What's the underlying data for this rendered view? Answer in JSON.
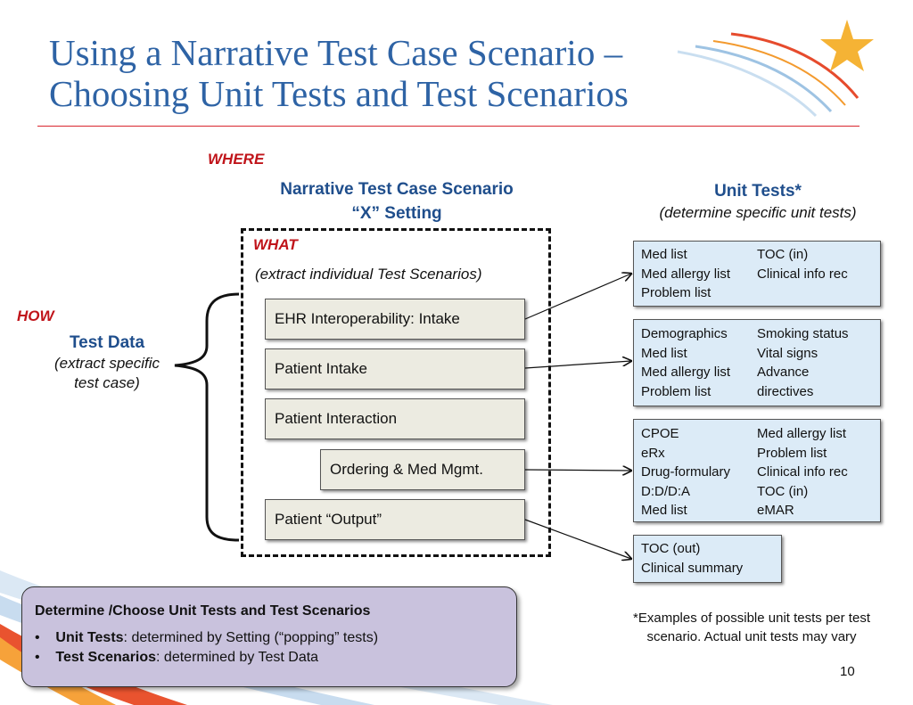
{
  "title": {
    "line1": "Using a Narrative Test Case Scenario –",
    "line2": "Choosing Unit Tests and Test Scenarios"
  },
  "labels": {
    "where": "WHERE",
    "what": "WHAT",
    "how": "HOW"
  },
  "narrative": {
    "line1": "Narrative Test Case Scenario",
    "line2": "“X” Setting"
  },
  "extract_scenarios": "(extract individual Test Scenarios)",
  "test_data": {
    "title": "Test Data",
    "line1": "(extract specific",
    "line2": "test case)"
  },
  "unit_tests_header": {
    "title": "Unit Tests*",
    "subtitle": "(determine specific  unit tests)"
  },
  "scenarios": [
    "EHR Interoperability: Intake",
    "Patient Intake",
    "Patient Interaction",
    "Ordering & Med Mgmt.",
    "Patient “Output”"
  ],
  "unit_test_boxes": [
    {
      "rows": [
        [
          "Med list",
          "TOC (in)"
        ],
        [
          "Med allergy list",
          "Clinical info rec"
        ],
        [
          "Problem list",
          ""
        ]
      ]
    },
    {
      "rows": [
        [
          "Demographics",
          "Smoking status"
        ],
        [
          "Med list",
          "Vital signs"
        ],
        [
          "Med allergy list",
          "Advance"
        ],
        [
          "Problem list",
          "directives"
        ]
      ]
    },
    {
      "rows": [
        [
          "CPOE",
          "Med allergy list"
        ],
        [
          "eRx",
          "Problem list"
        ],
        [
          "Drug-formulary",
          "Clinical info rec"
        ],
        [
          "D:D/D:A",
          "TOC (in)"
        ],
        [
          "Med list",
          "eMAR"
        ]
      ]
    },
    {
      "rows": [
        [
          "TOC (out)"
        ],
        [
          "Clinical summary"
        ]
      ]
    }
  ],
  "summary": {
    "heading": "Determine /Choose Unit Tests and Test Scenarios",
    "items": [
      {
        "bold": "Unit Tests",
        "rest": ": determined by Setting (“popping” tests)"
      },
      {
        "bold": "Test Scenarios",
        "rest": ": determined by Test Data"
      }
    ]
  },
  "footnote": {
    "line1": "*Examples of possible unit tests per test",
    "line2": "scenario. Actual unit tests may vary"
  },
  "page_number": "10",
  "colors": {
    "title": "#2e63a5",
    "accent_red": "#c0141a",
    "heading_blue": "#1f4e8c",
    "scenario_fill": "#ecebe1",
    "unit_test_fill": "#dcebf7",
    "summary_fill": "#c9c2dd",
    "star": "#f5b335"
  }
}
